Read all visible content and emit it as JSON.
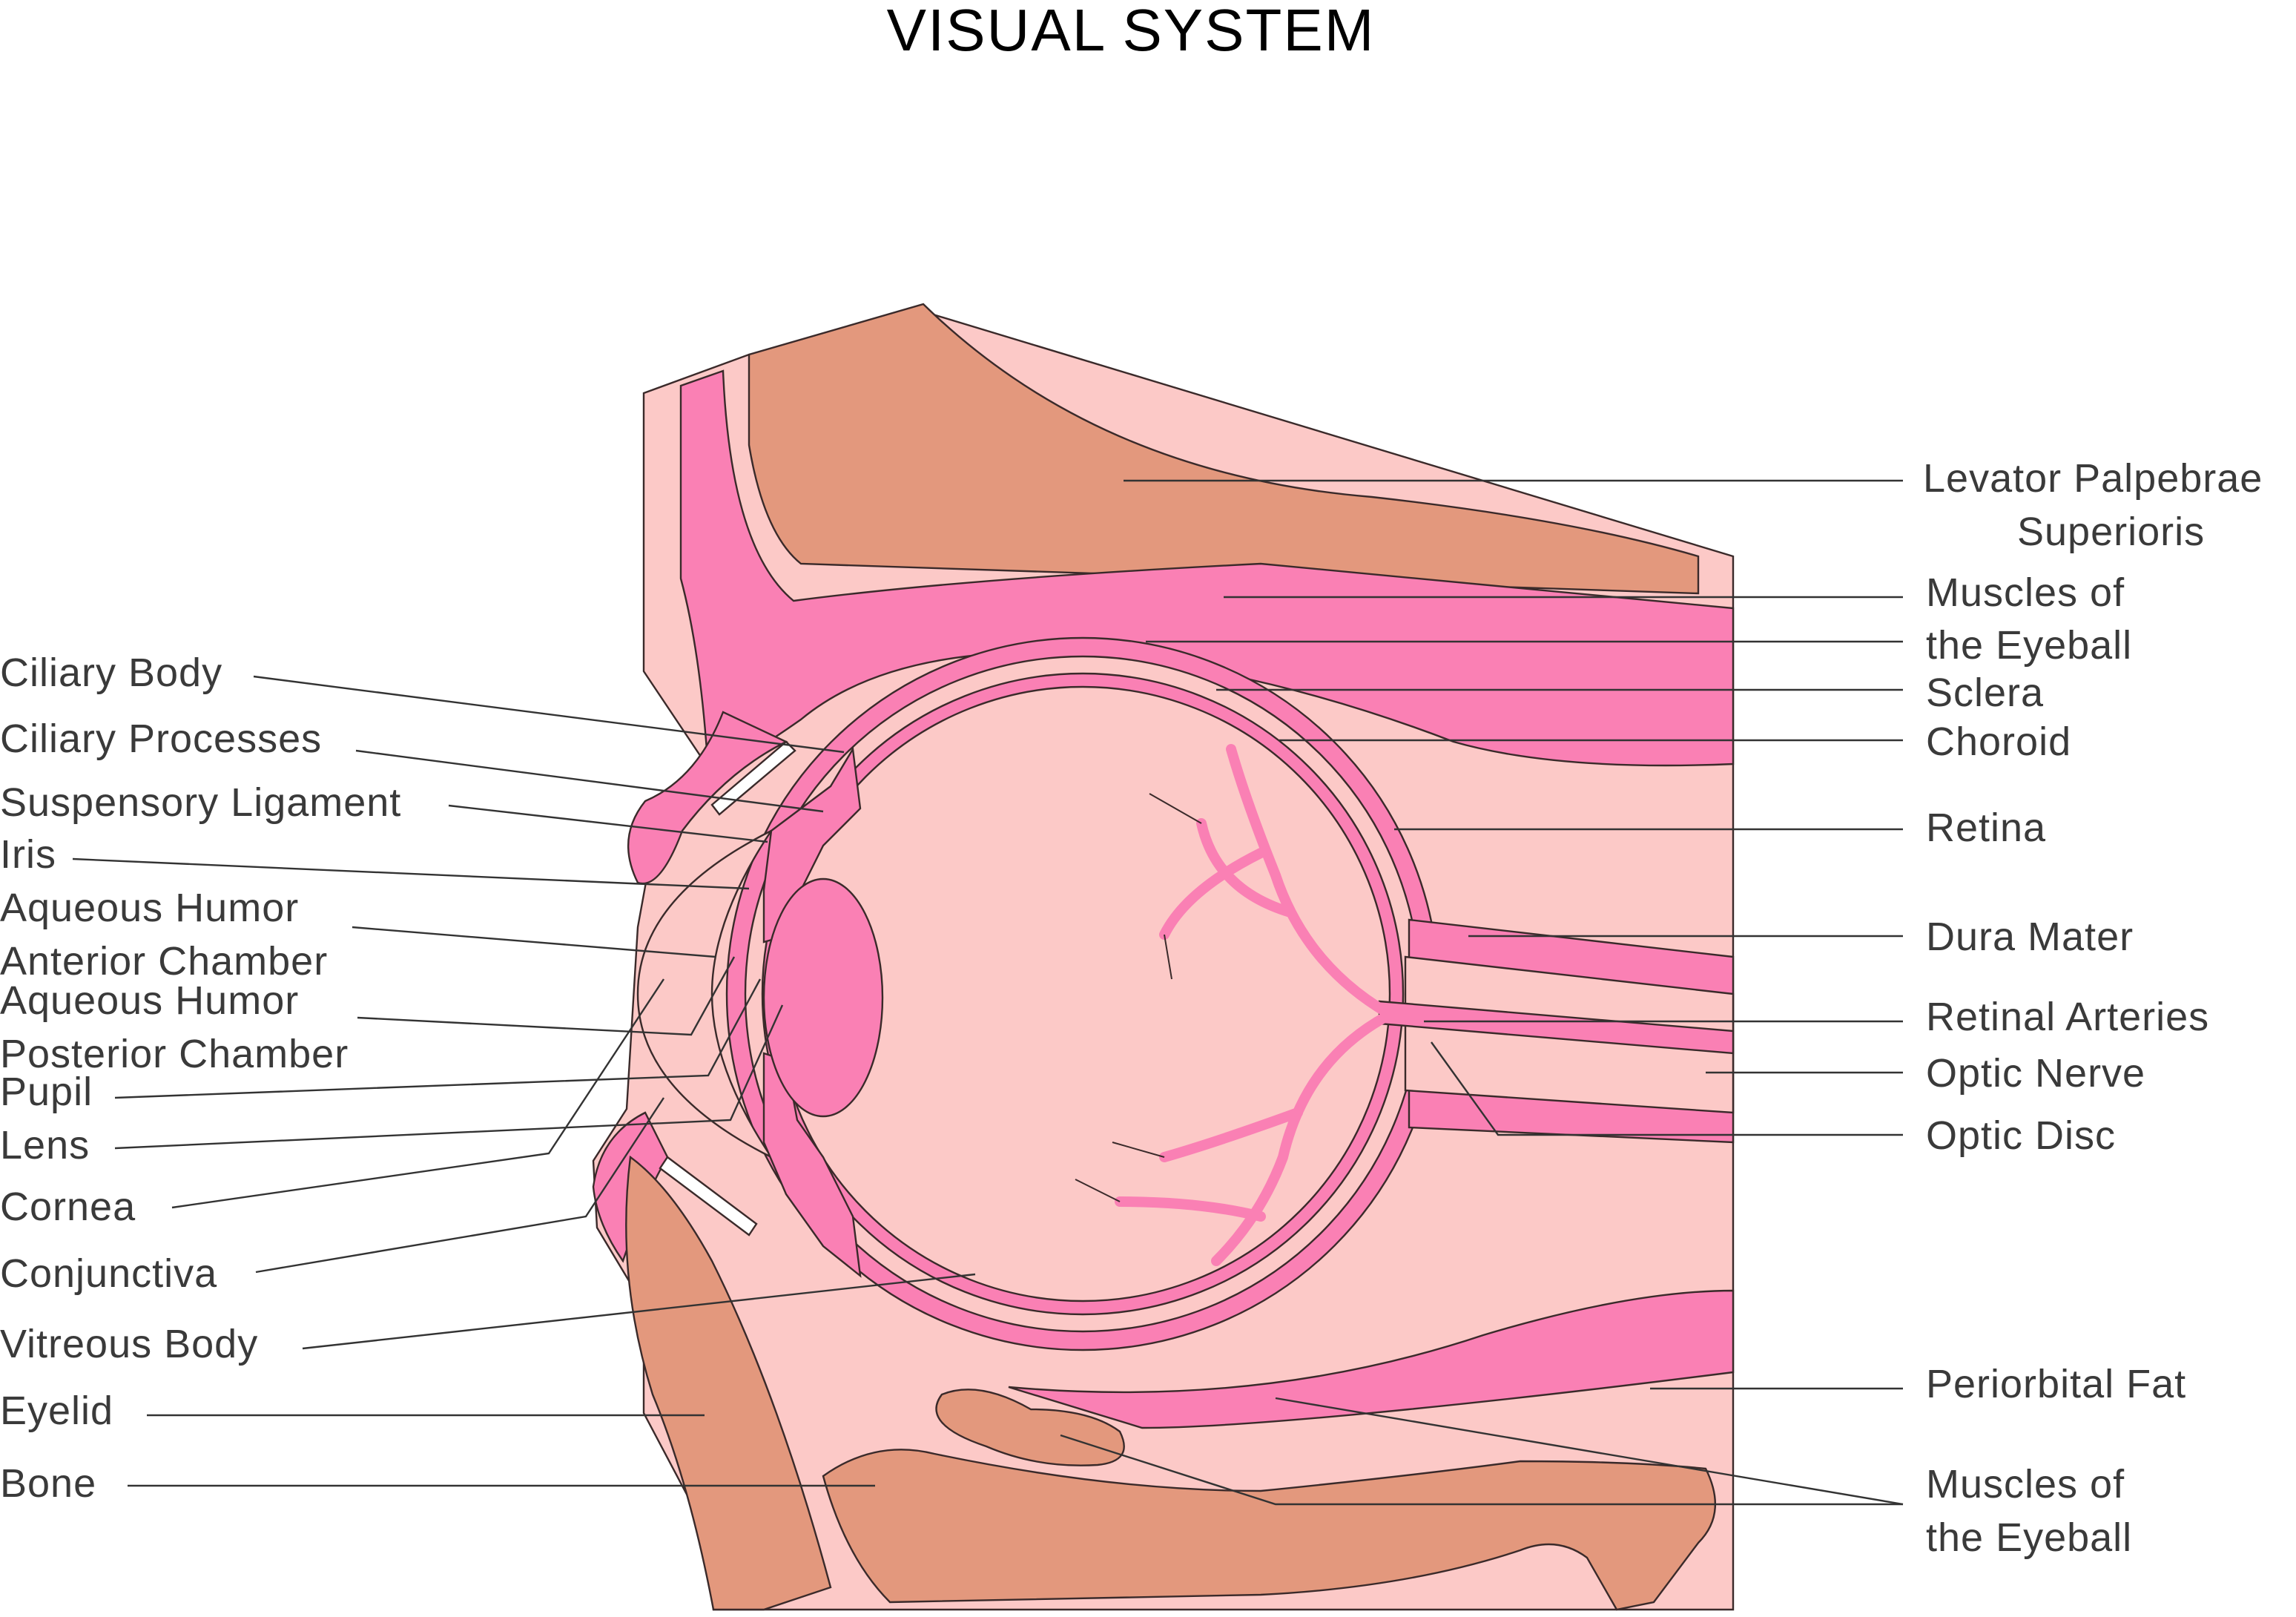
{
  "title": "VISUAL SYSTEM",
  "colors": {
    "tissue_light": "#fcc9c7",
    "muscle_pink": "#fa80b4",
    "bone_tan": "#e3987d",
    "outline": "#3a2a2a",
    "label_text": "#3a3a3a"
  },
  "labels": {
    "right": [
      {
        "id": "levator-palpebrae",
        "lines": [
          "Levator Palpebrae",
          "Superioris"
        ]
      },
      {
        "id": "muscles-eyeball-top",
        "lines": [
          "Muscles of",
          "the Eyeball"
        ]
      },
      {
        "id": "sclera",
        "lines": [
          "Sclera"
        ]
      },
      {
        "id": "choroid",
        "lines": [
          "Choroid"
        ]
      },
      {
        "id": "retina",
        "lines": [
          "Retina"
        ]
      },
      {
        "id": "dura-mater",
        "lines": [
          "Dura Mater"
        ]
      },
      {
        "id": "retinal-arteries",
        "lines": [
          "Retinal Arteries"
        ]
      },
      {
        "id": "optic-nerve",
        "lines": [
          "Optic Nerve"
        ]
      },
      {
        "id": "optic-disc",
        "lines": [
          "Optic Disc"
        ]
      },
      {
        "id": "periorbital-fat",
        "lines": [
          "Periorbital Fat"
        ]
      },
      {
        "id": "muscles-eyeball-bottom",
        "lines": [
          "Muscles of",
          "the Eyeball"
        ]
      }
    ],
    "left": [
      {
        "id": "ciliary-body",
        "lines": [
          "Ciliary Body"
        ]
      },
      {
        "id": "ciliary-processes",
        "lines": [
          "Ciliary Processes"
        ]
      },
      {
        "id": "suspensory-ligament",
        "lines": [
          "Suspensory Ligament"
        ]
      },
      {
        "id": "iris",
        "lines": [
          "Iris"
        ]
      },
      {
        "id": "aqueous-humor-anterior",
        "lines": [
          "Aqueous Humor",
          "Anterior Chamber"
        ]
      },
      {
        "id": "aqueous-humor-posterior",
        "lines": [
          "Aqueous Humor",
          "Posterior Chamber"
        ]
      },
      {
        "id": "pupil",
        "lines": [
          "Pupil"
        ]
      },
      {
        "id": "lens",
        "lines": [
          "Lens"
        ]
      },
      {
        "id": "cornea",
        "lines": [
          "Cornea"
        ]
      },
      {
        "id": "conjunctiva",
        "lines": [
          "Conjunctiva"
        ]
      },
      {
        "id": "vitreous-body",
        "lines": [
          "Vitreous Body"
        ]
      },
      {
        "id": "eyelid",
        "lines": [
          "Eyelid"
        ]
      },
      {
        "id": "bone",
        "lines": [
          "Bone"
        ]
      }
    ]
  }
}
